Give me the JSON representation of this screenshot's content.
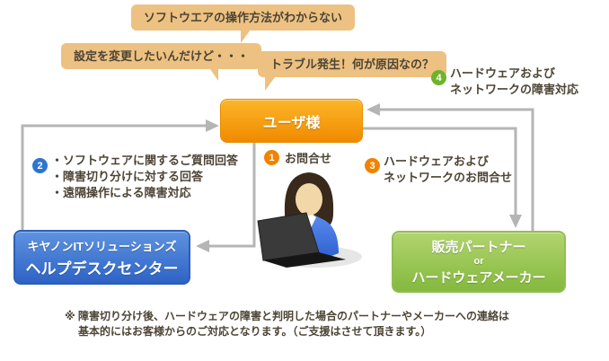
{
  "bubbles": [
    {
      "text": "ソフトウエアの操作方法がわからない"
    },
    {
      "text": "設定を変更したいんだけど・・・"
    },
    {
      "text": "トラブル発生！何が原因なの？"
    }
  ],
  "nodes": {
    "user": {
      "label": "ユーザ様"
    },
    "helpdesk": {
      "line1": "キヤノンITソリューションズ",
      "line2": "ヘルプデスクセンター"
    },
    "partner": {
      "line1": "販売パートナー",
      "line2": "or",
      "line3": "ハードウェアメーカー"
    }
  },
  "steps": {
    "step1": {
      "num": "1",
      "label": "お問合せ"
    },
    "step2": {
      "num": "2",
      "lines": [
        "・ソフトウェアに関するご質問回答",
        "・障害切り分けに対する回答",
        "・遠隔操作による障害対応"
      ]
    },
    "step3": {
      "num": "3",
      "lines": [
        "ハードウェアおよび",
        "ネットワークのお問合せ"
      ]
    },
    "step4": {
      "num": "4",
      "lines": [
        "ハードウェアおよび",
        "ネットワークの障害対応"
      ]
    }
  },
  "footnote": {
    "line1": "※ 障害切り分け後、ハードウェアの障害と判明した場合のパートナーやメーカーへの連絡は",
    "line2": "基本的にはお客様からのご対応となります。（ご支援はさせて頂きます。）"
  },
  "colors": {
    "bubble_bg": "#EDC182",
    "user_box": "#F69500",
    "helpdesk_box": "#3A6FC9",
    "partner_box": "#8FBE4A",
    "badge_step1": "#F08300",
    "badge_step2": "#2E75D0",
    "badge_step3": "#F08300",
    "badge_step4": "#6FB32A",
    "arrow": "#B5B5B5",
    "text_dark": "#4D4435"
  }
}
